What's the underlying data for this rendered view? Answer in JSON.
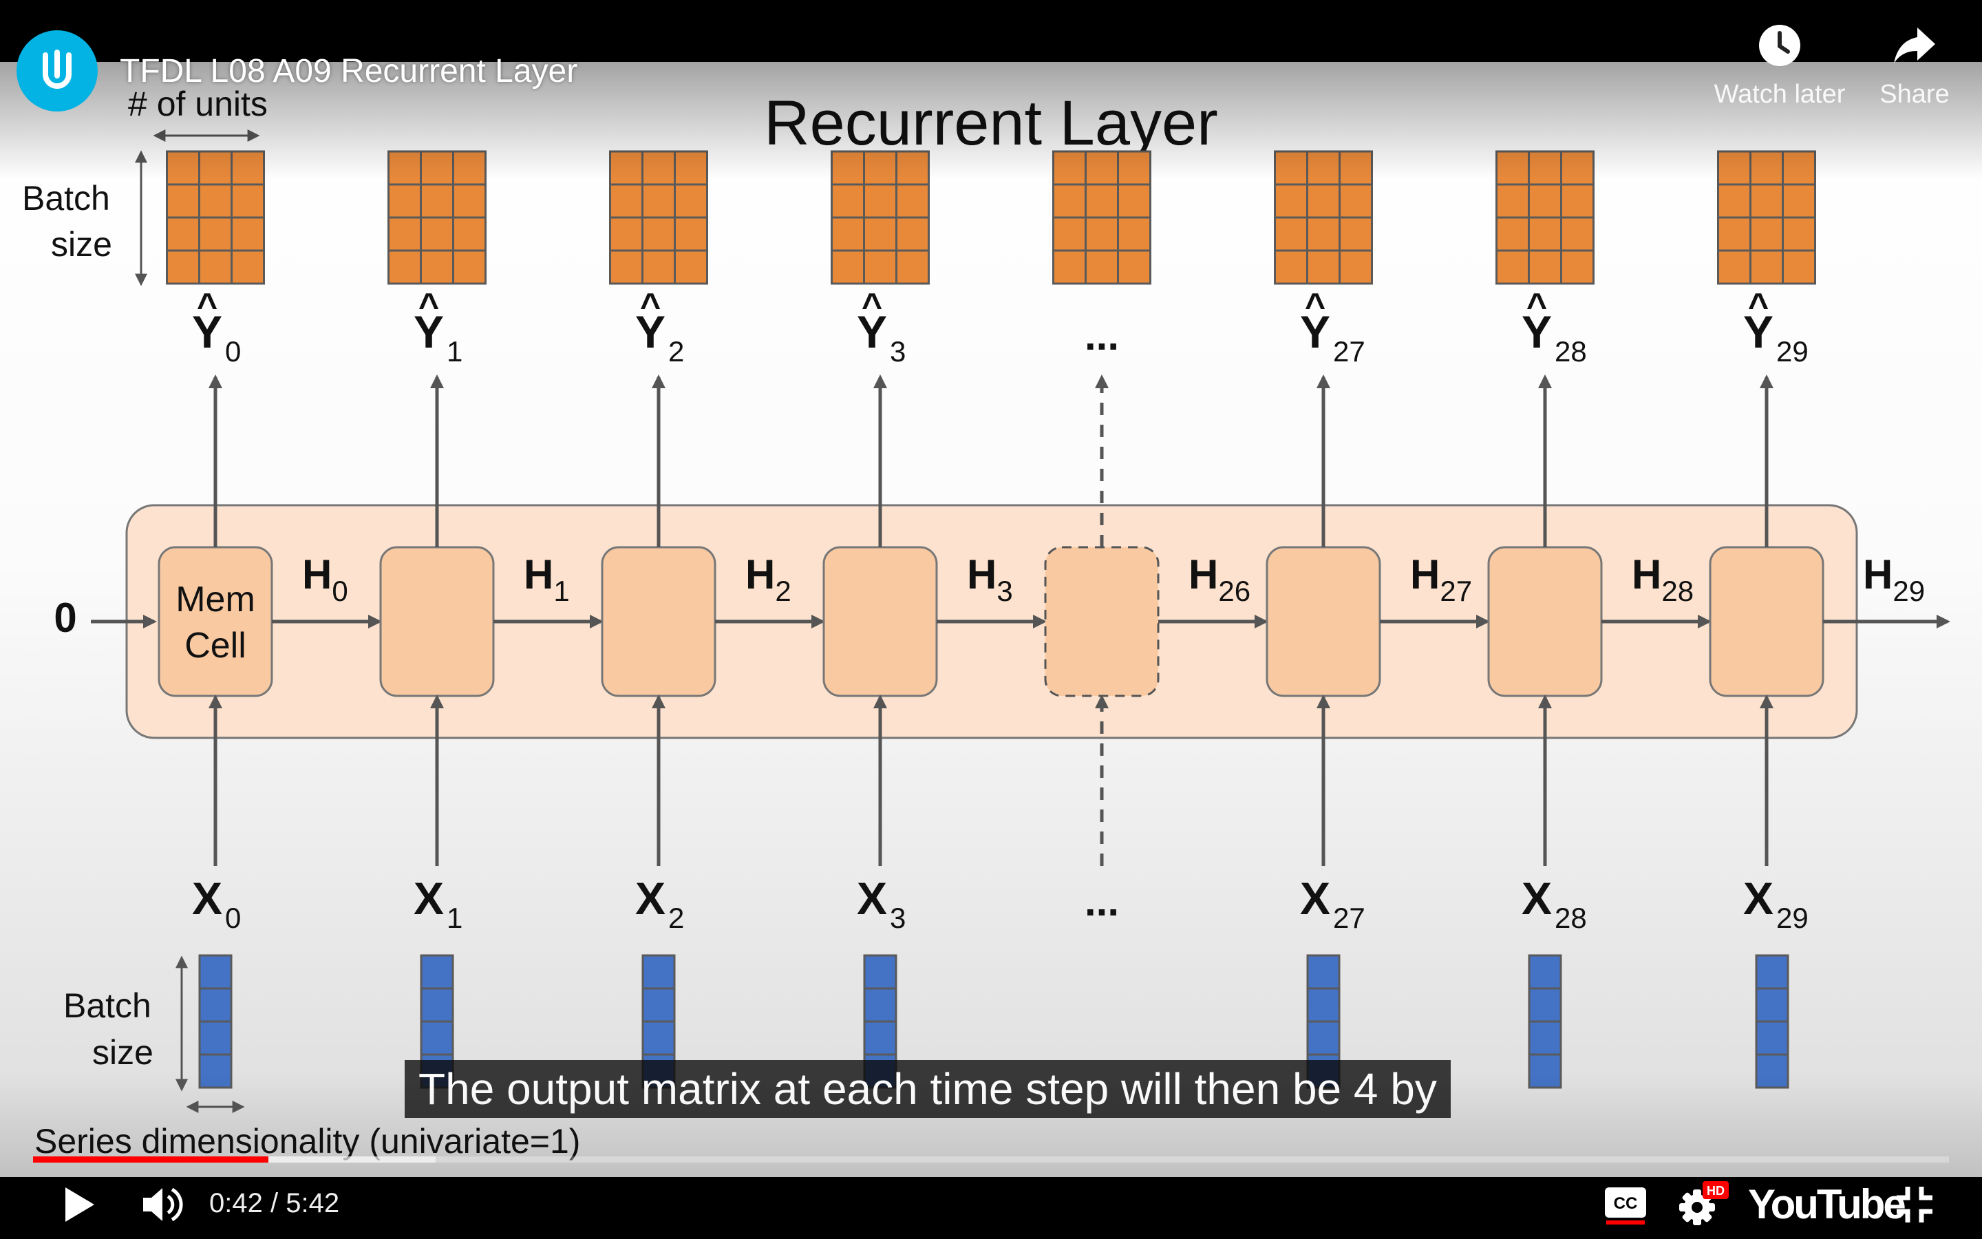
{
  "player": {
    "title": "TFDL L08 A09 Recurrent Layer",
    "channel_logo_letter": "U",
    "watch_later_label": "Watch later",
    "share_label": "Share",
    "caption_text": "The output matrix at each time step will then be 4 by",
    "time_current": "0:42",
    "time_separator": "/",
    "time_total": "5:42",
    "progress_played": 0.123,
    "progress_buffered": 0.21,
    "brand_label": "YouTube",
    "hd_badge": "HD",
    "cc_label": "CC",
    "icons": [
      "udacity-logo-icon",
      "clock-icon",
      "share-arrow-icon",
      "play-icon",
      "volume-icon",
      "subtitles-icon",
      "settings-gear-icon",
      "exit-fullscreen-icon"
    ],
    "accent_color": "#ff0000",
    "brand_color": "#02b3e4"
  },
  "slide": {
    "title": "Recurrent Layer",
    "units_label": "# of units",
    "batch_size_top": [
      "Batch",
      "size"
    ],
    "batch_size_bottom": [
      "Batch",
      "size"
    ],
    "series_dimensionality_label": "Series dimensionality (univariate=1)",
    "initial_state": "0",
    "mem_cell_label": [
      "Mem",
      "Cell"
    ],
    "ellipsis": "...",
    "hat": "^",
    "steps": [
      {
        "x_sub": "0",
        "y_sub": "0",
        "h_sub": "0"
      },
      {
        "x_sub": "1",
        "y_sub": "1",
        "h_sub": "1"
      },
      {
        "x_sub": "2",
        "y_sub": "2",
        "h_sub": "2"
      },
      {
        "x_sub": "3",
        "y_sub": "3",
        "h_sub": "3"
      },
      {
        "ellipsis": true,
        "h_sub": "26"
      },
      {
        "x_sub": "27",
        "y_sub": "27",
        "h_sub": "27"
      },
      {
        "x_sub": "28",
        "y_sub": "28",
        "h_sub": "28"
      },
      {
        "x_sub": "29",
        "y_sub": "29",
        "h_sub": "29"
      }
    ],
    "x_letter": "X",
    "y_letter": "Y",
    "h_letter": "H",
    "output_matrix": {
      "rows": 4,
      "cols": 3,
      "color": "#e8893a"
    },
    "input_matrix": {
      "rows": 4,
      "cols": 1,
      "color": "#4472c4"
    },
    "cell_fill": "#f9c9a1",
    "layer_fill": "#fde3cf"
  }
}
